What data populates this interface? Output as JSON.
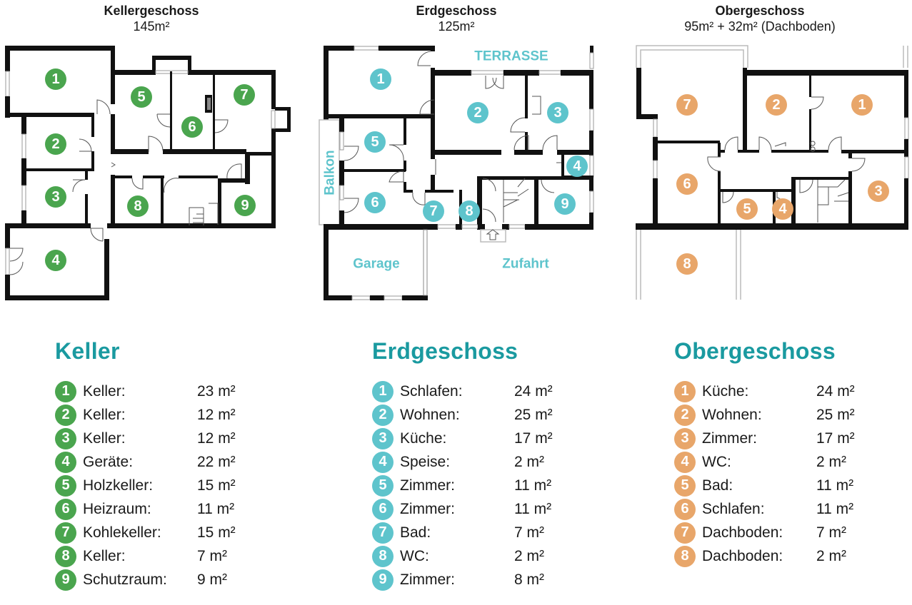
{
  "colors": {
    "keller": "#4aa54e",
    "erdgeschoss": "#5ec4cc",
    "obergeschoss": "#e8a66a",
    "heading": "#1a9aa0"
  },
  "plans": [
    {
      "title": "Kellergeschoss",
      "area": "145m²",
      "badges": [
        "1",
        "2",
        "3",
        "4",
        "5",
        "6",
        "7",
        "8",
        "9"
      ]
    },
    {
      "title": "Erdgeschoss",
      "area": "125m²",
      "badges": [
        "1",
        "2",
        "3",
        "4",
        "5",
        "6",
        "7",
        "8",
        "9"
      ],
      "labels": {
        "terrace": "TERRASSE",
        "balcony": "Balkon",
        "garage": "Garage",
        "driveway": "Zufahrt"
      }
    },
    {
      "title": "Obergeschoss",
      "area": "95m² + 32m² (Dachboden)",
      "badges": [
        "1",
        "2",
        "3",
        "4",
        "5",
        "6",
        "7",
        "8"
      ]
    }
  ],
  "legends": [
    {
      "heading": "Keller",
      "color": "#4aa54e",
      "rows": [
        {
          "n": "1",
          "name": "Keller:",
          "area": "23 m²"
        },
        {
          "n": "2",
          "name": "Keller:",
          "area": "12 m²"
        },
        {
          "n": "3",
          "name": "Keller:",
          "area": "12 m²"
        },
        {
          "n": "4",
          "name": "Geräte:",
          "area": "22 m²"
        },
        {
          "n": "5",
          "name": "Holzkeller:",
          "area": "15 m²"
        },
        {
          "n": "6",
          "name": "Heizraum:",
          "area": "11 m²"
        },
        {
          "n": "7",
          "name": "Kohlekeller:",
          "area": "15 m²"
        },
        {
          "n": "8",
          "name": "Keller:",
          "area": "7 m²"
        },
        {
          "n": "9",
          "name": "Schutzraum:",
          "area": "9 m²"
        }
      ]
    },
    {
      "heading": "Erdgeschoss",
      "color": "#5ec4cc",
      "rows": [
        {
          "n": "1",
          "name": "Schlafen:",
          "area": "24 m²"
        },
        {
          "n": "2",
          "name": "Wohnen:",
          "area": "25 m²"
        },
        {
          "n": "3",
          "name": "Küche:",
          "area": "17 m²"
        },
        {
          "n": "4",
          "name": "Speise:",
          "area": "2 m²"
        },
        {
          "n": "5",
          "name": "Zimmer:",
          "area": "11 m²"
        },
        {
          "n": "6",
          "name": "Zimmer:",
          "area": "11 m²"
        },
        {
          "n": "7",
          "name": "Bad:",
          "area": "7 m²"
        },
        {
          "n": "8",
          "name": "WC:",
          "area": "2 m²"
        },
        {
          "n": "9",
          "name": "Zimmer:",
          "area": "8 m²"
        }
      ]
    },
    {
      "heading": "Obergeschoss",
      "color": "#e8a66a",
      "rows": [
        {
          "n": "1",
          "name": "Küche:",
          "area": "24 m²"
        },
        {
          "n": "2",
          "name": "Wohnen:",
          "area": "25 m²"
        },
        {
          "n": "3",
          "name": "Zimmer:",
          "area": "17 m²"
        },
        {
          "n": "4",
          "name": "WC:",
          "area": "2 m²"
        },
        {
          "n": "5",
          "name": "Bad:",
          "area": "11 m²"
        },
        {
          "n": "6",
          "name": "Schlafen:",
          "area": "11 m²"
        },
        {
          "n": "7",
          "name": "Dachboden:",
          "area": "7 m²"
        },
        {
          "n": "8",
          "name": "Dachboden:",
          "area": "2 m²"
        }
      ]
    }
  ]
}
